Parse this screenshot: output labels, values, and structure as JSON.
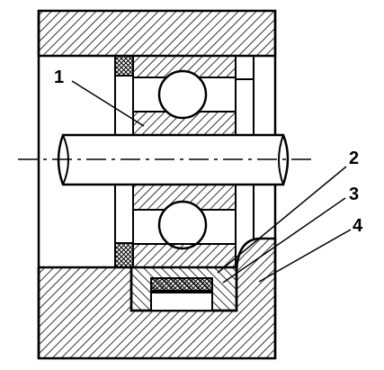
{
  "diagram": {
    "labels": {
      "part1": "1",
      "part2": "2",
      "part3": "3",
      "part4": "4"
    },
    "colors": {
      "ink": "#000000",
      "paper": "#ffffff"
    }
  }
}
